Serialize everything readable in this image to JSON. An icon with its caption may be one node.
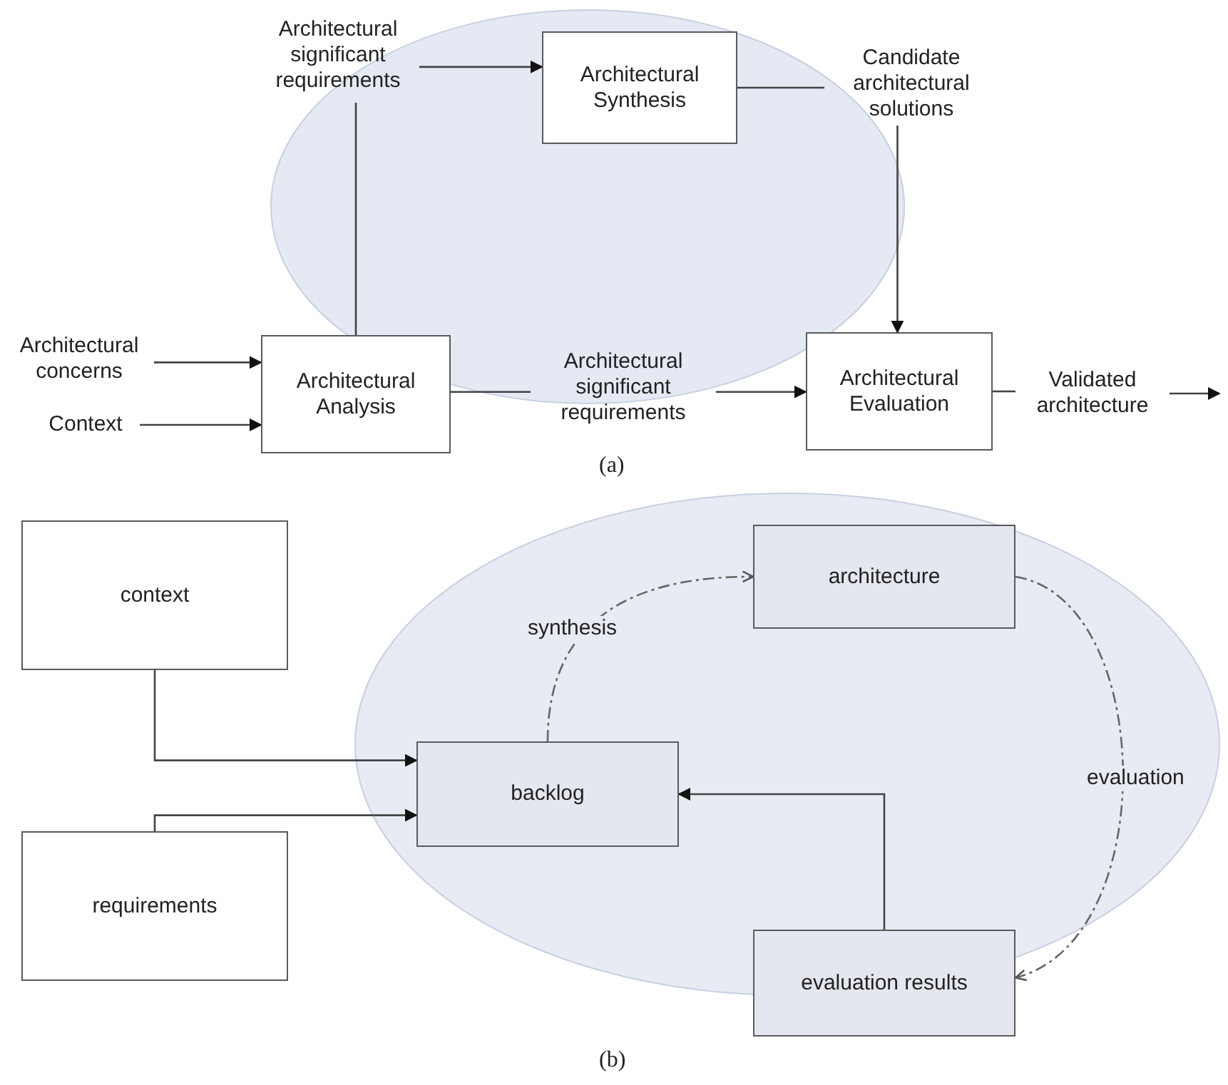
{
  "diagram": {
    "nodes": [
      {
        "text": [
          "Architectural significant requirements"
        ]
      },
      {
        "text": [
          "Architectural Synthesis"
        ]
      },
      {
        "text": [
          "Candidate architectural solutions"
        ]
      },
      {
        "text": [
          "Architectural concerns"
        ]
      },
      {
        "text": [
          "Context"
        ]
      },
      {
        "text": [
          "Architectural Analysis"
        ]
      },
      {
        "text": [
          "Architectural significant requirements"
        ]
      },
      {
        "text": [
          "Architectural Evaluation"
        ]
      },
      {
        "text": [
          "Validated architecture"
        ]
      },
      {
        "text": [
          "context"
        ]
      },
      {
        "text": [
          "requirements"
        ]
      },
      {
        "text": [
          "backlog"
        ]
      },
      {
        "text": [
          "architecture"
        ]
      },
      {
        "text": [
          "evaluation results"
        ]
      }
    ],
    "edges": [
      {
        "from": 0,
        "to": 1,
        "arrow": "to"
      },
      {
        "from": 5,
        "to": 0,
        "arrow": "none"
      },
      {
        "from": 1,
        "to": 2,
        "arrow": "none"
      },
      {
        "from": 2,
        "to": 7,
        "arrow": "to"
      },
      {
        "from": 3,
        "to": 5,
        "arrow": "to"
      },
      {
        "from": 4,
        "to": 5,
        "arrow": "to"
      },
      {
        "from": 5,
        "to": 6,
        "arrow": "none"
      },
      {
        "from": 6,
        "to": 7,
        "arrow": "to"
      },
      {
        "from": 7,
        "to": 8,
        "arrow": "none"
      },
      {
        "from": 8,
        "to": null,
        "arrow": "to"
      },
      {
        "from": 9,
        "to": 11,
        "arrow": "to"
      },
      {
        "from": 10,
        "to": 11,
        "arrow": "to"
      },
      {
        "from": 11,
        "to": 12,
        "arrow": "to",
        "label": "synthesis",
        "style": "dashed"
      },
      {
        "from": 12,
        "to": 13,
        "arrow": "to",
        "label": "evaluation",
        "style": "dashed"
      },
      {
        "from": 13,
        "to": 11,
        "arrow": "to"
      }
    ],
    "labels": [
      "(a)",
      "(b)"
    ]
  }
}
